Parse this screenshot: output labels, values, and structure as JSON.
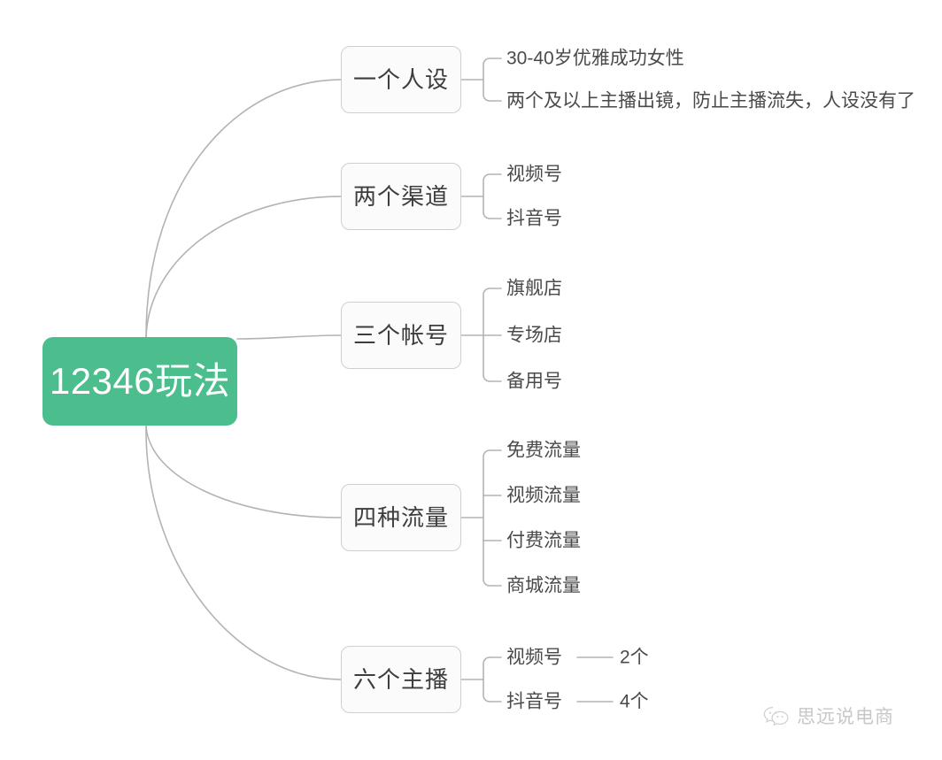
{
  "diagram": {
    "type": "mind-map",
    "background": "#ffffff",
    "root": {
      "label": "12346玩法",
      "color": "#4CBE8D",
      "text_color": "#ffffff"
    },
    "branches": [
      {
        "label": "一个人设",
        "children": [
          {
            "label": "30-40岁优雅成功女性"
          },
          {
            "label": "两个及以上主播出镜，防止主播流失，人设没有了"
          }
        ]
      },
      {
        "label": "两个渠道",
        "children": [
          {
            "label": "视频号"
          },
          {
            "label": "抖音号"
          }
        ]
      },
      {
        "label": "三个帐号",
        "children": [
          {
            "label": "旗舰店"
          },
          {
            "label": "专场店"
          },
          {
            "label": "备用号"
          }
        ]
      },
      {
        "label": "四种流量",
        "children": [
          {
            "label": "免费流量"
          },
          {
            "label": "视频流量"
          },
          {
            "label": "付费流量"
          },
          {
            "label": "商城流量"
          }
        ]
      },
      {
        "label": "六个主播",
        "children": [
          {
            "label": "视频号",
            "sub": "2个"
          },
          {
            "label": "抖音号",
            "sub": "4个"
          }
        ]
      }
    ],
    "node_border_color": "#cfcfcf",
    "node_fill_color": "#fbfbfb",
    "edge_color": "#b3b3b3",
    "leaf_text_color": "#4a4a4a"
  },
  "watermark": {
    "icon": "wechat-icon",
    "text": "思远说电商",
    "color": "#9a9a9a"
  }
}
